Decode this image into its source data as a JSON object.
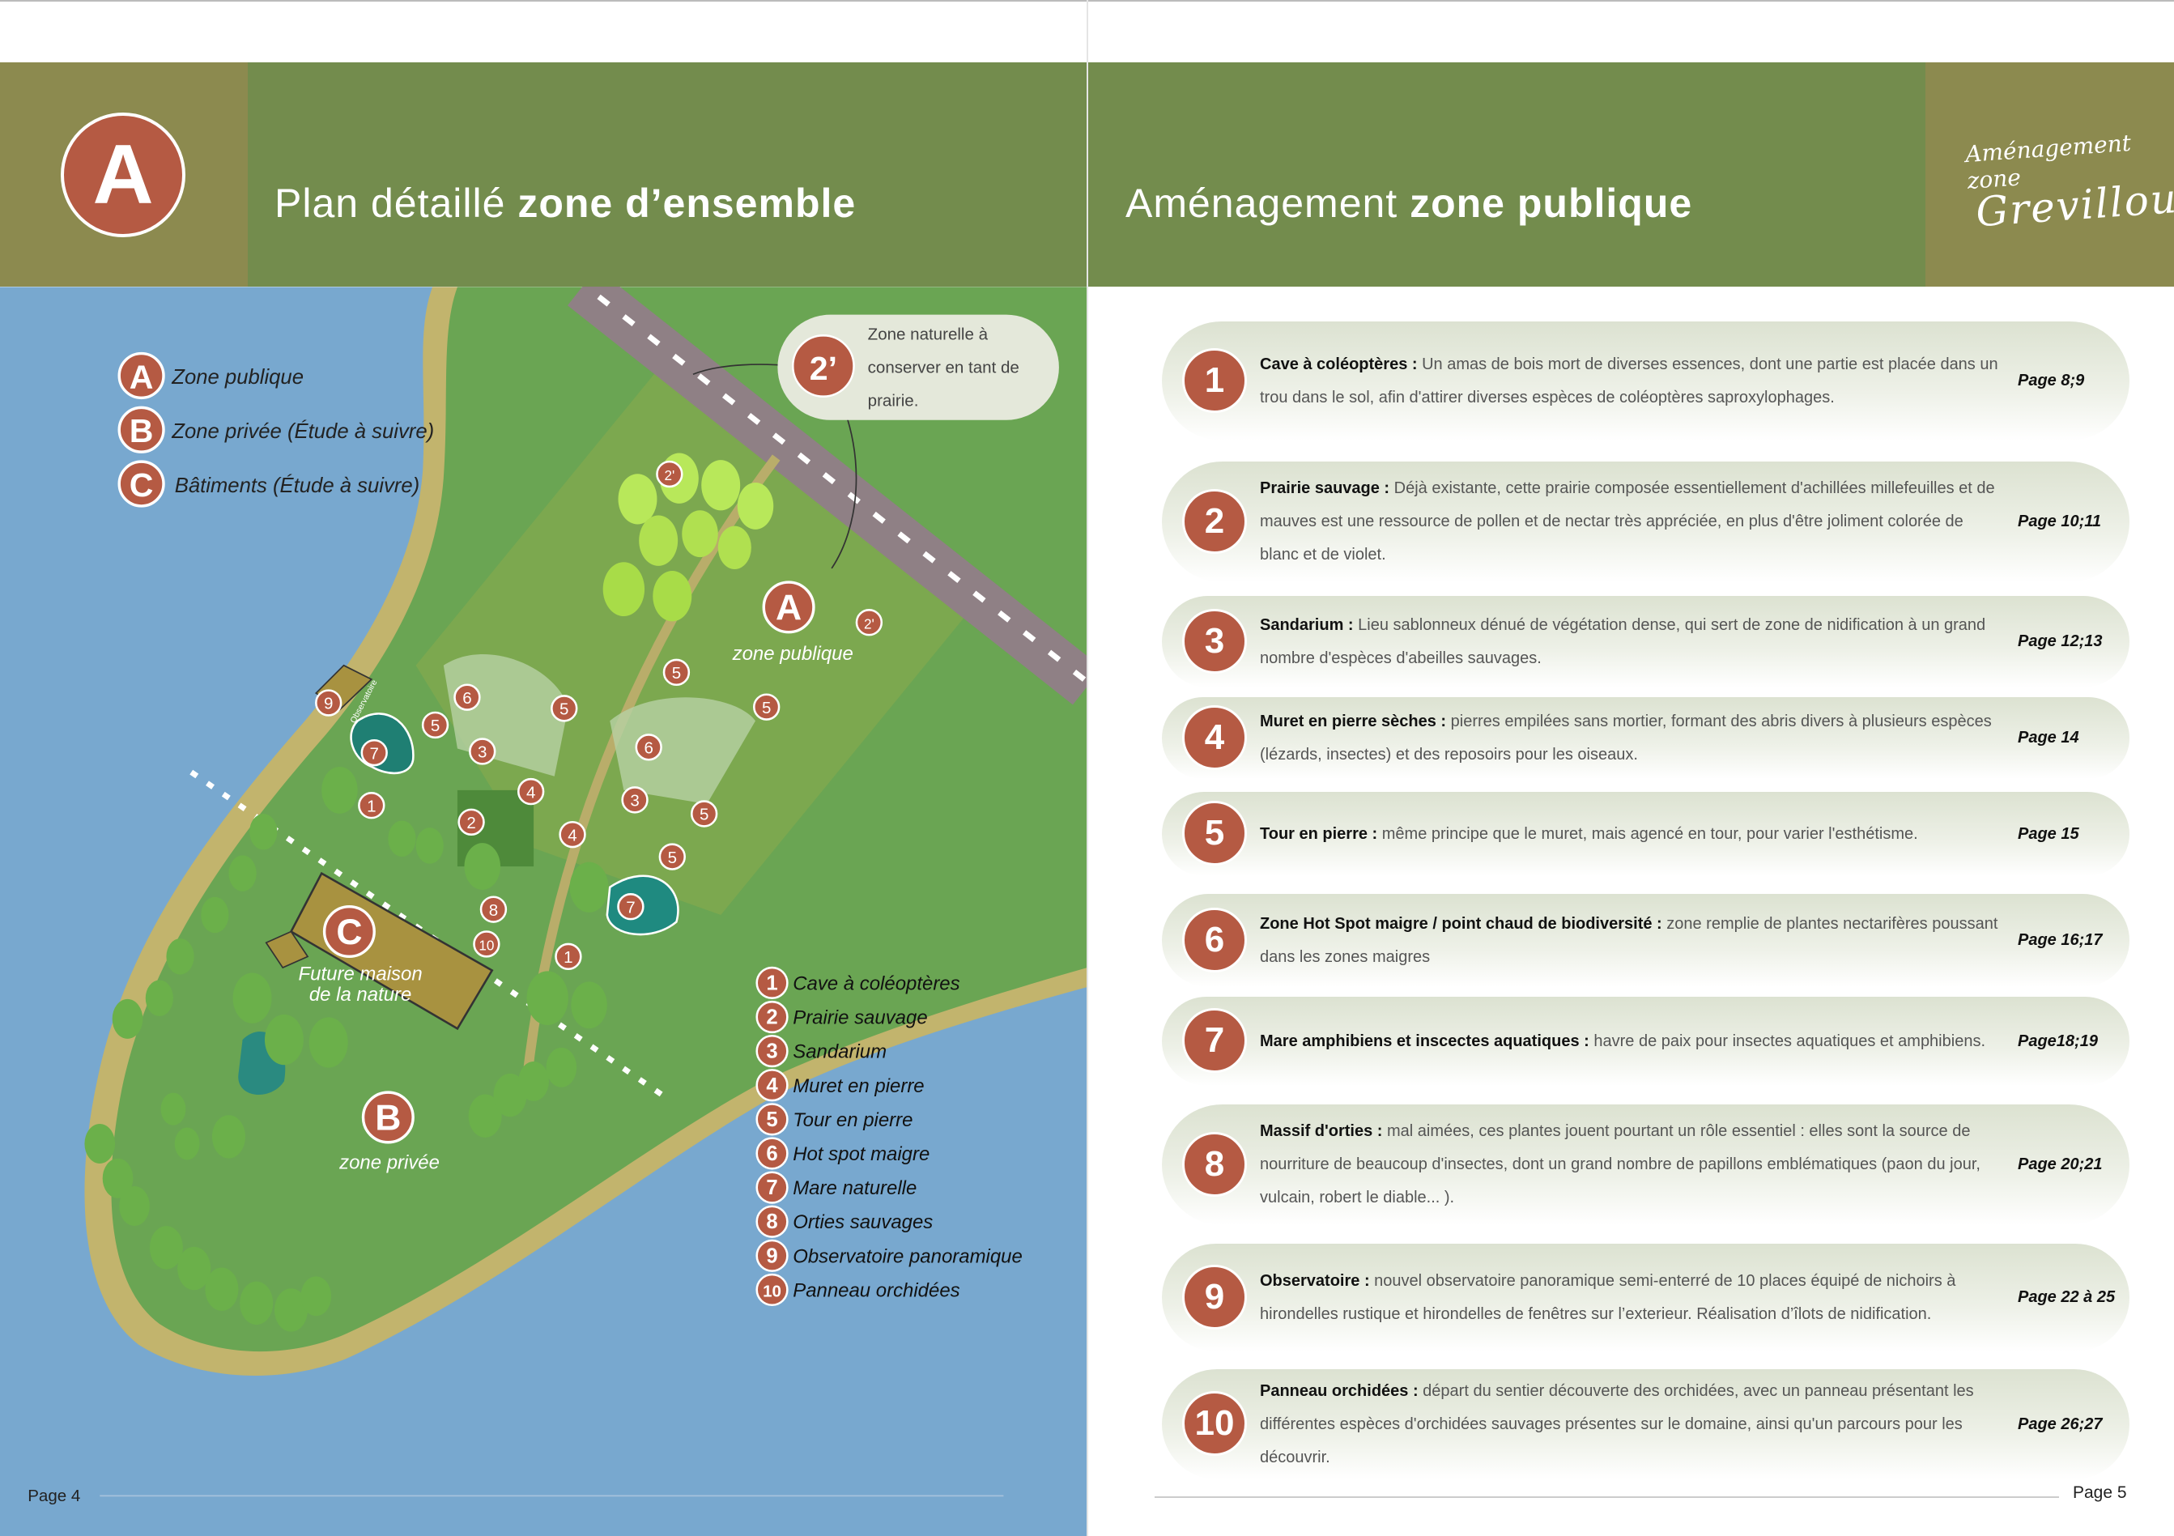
{
  "left_page": {
    "zone_letter": "A",
    "title_light": "Plan détaillé ",
    "title_bold": "zone d’ensemble",
    "legend_zones": [
      {
        "letter": "A",
        "label": "Zone publique"
      },
      {
        "letter": "B",
        "label": "Zone privée (Étude à suivre)"
      },
      {
        "letter": "C",
        "label": "Bâtiments (Étude à suivre)"
      }
    ],
    "callout": {
      "marker": "2’",
      "lines": [
        "Zone naturelle à",
        "conserver en tant de",
        "prairie."
      ]
    },
    "map_labels": {
      "zone_publique": "zone publique",
      "zone_privee": "zone privée",
      "maison_l1": "Future maison",
      "maison_l2": "de la nature",
      "observatoire": "Observatoire",
      "letter_a": "A",
      "letter_b": "B",
      "letter_c": "C"
    },
    "map_markers": [
      "2'",
      "2'",
      "5",
      "5",
      "6",
      "5",
      "9",
      "5",
      "3",
      "7",
      "6",
      "4",
      "3",
      "1",
      "5",
      "2",
      "4",
      "5",
      "8",
      "7",
      "10",
      "1"
    ],
    "legend_items": [
      {
        "num": "1",
        "label": "Cave à coléoptères"
      },
      {
        "num": "2",
        "label": "Prairie sauvage"
      },
      {
        "num": "3",
        "label": "Sandarium"
      },
      {
        "num": "4",
        "label": "Muret en pierre"
      },
      {
        "num": "5",
        "label": "Tour en pierre"
      },
      {
        "num": "6",
        "label": "Hot spot maigre"
      },
      {
        "num": "7",
        "label": "Mare naturelle"
      },
      {
        "num": "8",
        "label": "Orties sauvages"
      },
      {
        "num": "9",
        "label": "Observatoire panoramique"
      },
      {
        "num": "10",
        "label": "Panneau orchidées"
      }
    ],
    "page_label": "Page 4"
  },
  "right_page": {
    "title_light": "Aménagement ",
    "title_bold": "zone publique",
    "logo_line1": "Aménagement zone",
    "logo_line2": "Grevillou",
    "items": [
      {
        "num": "1",
        "title": "Cave à coléoptères :",
        "text": " Un amas de bois mort de diverses essences, dont une partie est placée dans  un trou dans le sol, afin d'attirer diverses espèces de coléoptères saproxylophages.",
        "page": "Page 8;9"
      },
      {
        "num": "2",
        "title": "Prairie sauvage :",
        "text": " Déjà existante, cette prairie composée essentiellement d'achillées millefeuilles et de mauves est une ressource de pollen et de nectar très appréciée, en plus d'être joliment colorée de blanc et de violet.",
        "page": "Page 10;11"
      },
      {
        "num": "3",
        "title": "Sandarium :",
        "text": " Lieu sablonneux dénué de végétation dense, qui sert de zone de nidification à un grand nombre d'espèces d'abeilles sauvages.",
        "page": "Page 12;13"
      },
      {
        "num": "4",
        "title": "Muret en pierre sèches :",
        "text": " pierres empilées sans mortier, formant des abris divers à plusieurs espèces (lézards, insectes) et des reposoirs pour les oiseaux.",
        "page": "Page 14"
      },
      {
        "num": "5",
        "title": "Tour en pierre :",
        "text": " même principe que le muret, mais agencé en tour, pour varier l'esthétisme.",
        "page": "Page 15"
      },
      {
        "num": "6",
        "title": "Zone Hot Spot maigre / point chaud de biodiversité :",
        "text": " zone remplie de plantes nectarifères poussant dans les zones maigres",
        "page": "Page 16;17"
      },
      {
        "num": "7",
        "title": "Mare amphibiens et inscectes aquatiques :",
        "text": " havre de paix pour insectes aquatiques et amphibiens.",
        "page": "Page18;19"
      },
      {
        "num": "8",
        "title": "Massif d'orties :",
        "text": " mal aimées, ces plantes jouent pourtant un rôle essentiel : elles sont la source de nourriture de beaucoup d'insectes, dont un grand nombre de papillons emblématiques (paon du jour, vulcain, robert le diable... ).",
        "page": "Page 20;21"
      },
      {
        "num": "9",
        "title": "Observatoire :",
        "text": " nouvel observatoire panoramique semi-enterré de 10 places équipé de nichoirs à hirondelles rustique et hirondelles de fenêtres sur l’exterieur. Réalisation d’îlots de nidification.",
        "page": "Page 22 à 25"
      },
      {
        "num": "10",
        "title": "Panneau orchidées :",
        "text": " départ du sentier découverte des orchidées, avec un panneau présentant les différentes espèces d'orchidées sauvages présentes sur le domaine, ainsi qu'un parcours pour les découvrir.",
        "page": "Page 26;27"
      }
    ],
    "page_label": "Page 5"
  },
  "colors": {
    "marker_red": "#b55a43",
    "header_green": "#738c4d",
    "header_olive": "#8c8a4f",
    "water": "#78a8cf",
    "land": "#6aa553"
  }
}
